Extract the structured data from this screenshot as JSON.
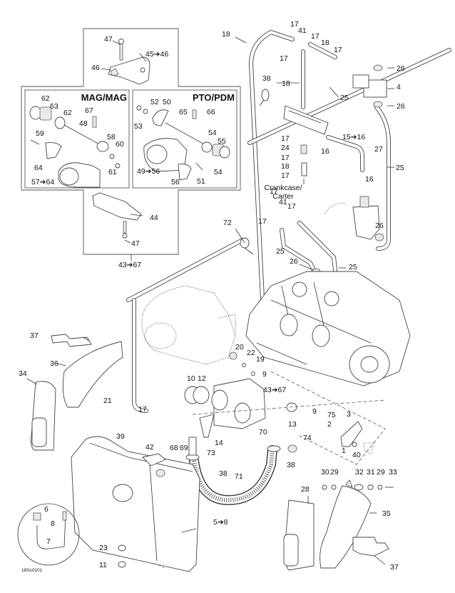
{
  "diagram": {
    "type": "exploded-parts-diagram",
    "figure_code": "18Sc0101",
    "inset_headers": {
      "mag": "MAG/MAG",
      "pto": "PTO/PDM"
    },
    "crankcase_note": [
      "Crankcase/",
      "Carter"
    ],
    "callouts": [
      {
        "id": "c47a",
        "text": "47"
      },
      {
        "id": "c45",
        "text": "45➔46"
      },
      {
        "id": "c46",
        "text": "46"
      },
      {
        "id": "c62a",
        "text": "62"
      },
      {
        "id": "c63",
        "text": "63"
      },
      {
        "id": "c62b",
        "text": "62"
      },
      {
        "id": "c67",
        "text": "67"
      },
      {
        "id": "c48",
        "text": "48"
      },
      {
        "id": "c59",
        "text": "59"
      },
      {
        "id": "c58",
        "text": "58"
      },
      {
        "id": "c60",
        "text": "60"
      },
      {
        "id": "c64",
        "text": "64"
      },
      {
        "id": "c61",
        "text": "61"
      },
      {
        "id": "c57",
        "text": "57➔64"
      },
      {
        "id": "c52",
        "text": "52"
      },
      {
        "id": "c50",
        "text": "50"
      },
      {
        "id": "c53",
        "text": "53"
      },
      {
        "id": "c65",
        "text": "65"
      },
      {
        "id": "c66",
        "text": "66"
      },
      {
        "id": "c54a",
        "text": "54"
      },
      {
        "id": "c55",
        "text": "55"
      },
      {
        "id": "c54b",
        "text": "54"
      },
      {
        "id": "c49",
        "text": "49➔56"
      },
      {
        "id": "c56",
        "text": "56"
      },
      {
        "id": "c51",
        "text": "51"
      },
      {
        "id": "c44",
        "text": "44"
      },
      {
        "id": "c47b",
        "text": "47"
      },
      {
        "id": "c43a",
        "text": "43➔67"
      },
      {
        "id": "c18a",
        "text": "18"
      },
      {
        "id": "c17a",
        "text": "17"
      },
      {
        "id": "c41a",
        "text": "41"
      },
      {
        "id": "c17b",
        "text": "17"
      },
      {
        "id": "c18b",
        "text": "18"
      },
      {
        "id": "c17c",
        "text": "17"
      },
      {
        "id": "c17d",
        "text": "17"
      },
      {
        "id": "c38a",
        "text": "38"
      },
      {
        "id": "c18c",
        "text": "18"
      },
      {
        "id": "c25a",
        "text": "25"
      },
      {
        "id": "c26a",
        "text": "26"
      },
      {
        "id": "c4",
        "text": "4"
      },
      {
        "id": "c26b",
        "text": "26"
      },
      {
        "id": "c17e",
        "text": "17"
      },
      {
        "id": "c24",
        "text": "24"
      },
      {
        "id": "c17f",
        "text": "17"
      },
      {
        "id": "c18d",
        "text": "18"
      },
      {
        "id": "c17g",
        "text": "17"
      },
      {
        "id": "c16a",
        "text": "16"
      },
      {
        "id": "c15",
        "text": "15➔16"
      },
      {
        "id": "c27",
        "text": "27"
      },
      {
        "id": "c25b",
        "text": "25"
      },
      {
        "id": "c16b",
        "text": "16"
      },
      {
        "id": "c17h",
        "text": "17"
      },
      {
        "id": "c41b",
        "text": "41"
      },
      {
        "id": "c17i",
        "text": "17"
      },
      {
        "id": "c17j",
        "text": "17"
      },
      {
        "id": "c72",
        "text": "72"
      },
      {
        "id": "c25c",
        "text": "25"
      },
      {
        "id": "c26c",
        "text": "26"
      },
      {
        "id": "c26d",
        "text": "26"
      },
      {
        "id": "c25d",
        "text": "25"
      },
      {
        "id": "c20",
        "text": "20"
      },
      {
        "id": "c22",
        "text": "22"
      },
      {
        "id": "c19",
        "text": "19"
      },
      {
        "id": "c9a",
        "text": "9"
      },
      {
        "id": "c43b",
        "text": "43➔67"
      },
      {
        "id": "c10",
        "text": "10"
      },
      {
        "id": "c12",
        "text": "12"
      },
      {
        "id": "c13",
        "text": "13"
      },
      {
        "id": "c9b",
        "text": "9"
      },
      {
        "id": "c75",
        "text": "75"
      },
      {
        "id": "c3",
        "text": "3"
      },
      {
        "id": "c2",
        "text": "2"
      },
      {
        "id": "c1",
        "text": "1"
      },
      {
        "id": "c40",
        "text": "40"
      },
      {
        "id": "c74",
        "text": "74"
      },
      {
        "id": "c70",
        "text": "70"
      },
      {
        "id": "c38b",
        "text": "38"
      },
      {
        "id": "c38c",
        "text": "38"
      },
      {
        "id": "c71",
        "text": "71"
      },
      {
        "id": "c37a",
        "text": "37"
      },
      {
        "id": "c36",
        "text": "36"
      },
      {
        "id": "c34",
        "text": "34"
      },
      {
        "id": "c21",
        "text": "21"
      },
      {
        "id": "c17k",
        "text": "17"
      },
      {
        "id": "c39",
        "text": "39"
      },
      {
        "id": "c42",
        "text": "42"
      },
      {
        "id": "c68",
        "text": "68"
      },
      {
        "id": "c69",
        "text": "69"
      },
      {
        "id": "c14",
        "text": "14"
      },
      {
        "id": "c73",
        "text": "73"
      },
      {
        "id": "c30",
        "text": "30"
      },
      {
        "id": "c29a",
        "text": "29"
      },
      {
        "id": "c32",
        "text": "32"
      },
      {
        "id": "c31",
        "text": "31"
      },
      {
        "id": "c29b",
        "text": "29"
      },
      {
        "id": "c33",
        "text": "33"
      },
      {
        "id": "c28",
        "text": "28"
      },
      {
        "id": "c35",
        "text": "35"
      },
      {
        "id": "c37b",
        "text": "37"
      },
      {
        "id": "c5",
        "text": "5➔8"
      },
      {
        "id": "c6",
        "text": "6"
      },
      {
        "id": "c8",
        "text": "8"
      },
      {
        "id": "c7",
        "text": "7"
      },
      {
        "id": "c23",
        "text": "23"
      },
      {
        "id": "c11",
        "text": "11"
      }
    ]
  }
}
